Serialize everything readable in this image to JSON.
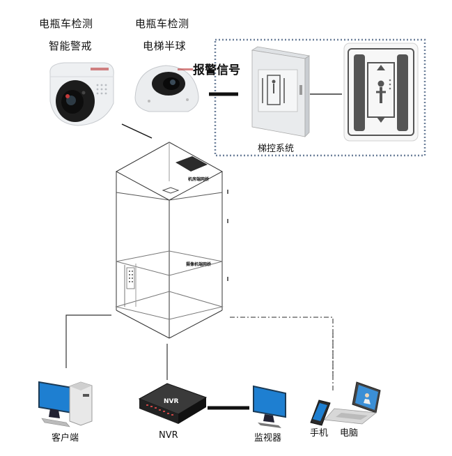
{
  "labels": {
    "dome_camera_line1": "电瓶车检测",
    "dome_camera_line2": "智能警戒",
    "mini_dome_line1": "电瓶车检测",
    "mini_dome_line2": "电梯半球",
    "alarm_signal": "报警信号",
    "elevator_control": "梯控系统",
    "bridge_top": "机房端网桥",
    "bridge_car": "摄像机端网桥",
    "client": "客户端",
    "nvr": "NVR",
    "nvr_device": "NVR",
    "monitor": "监视器",
    "phone": "手机",
    "laptop": "电脑"
  },
  "colors": {
    "dashed_box": "#6b7f99",
    "line": "#333333",
    "screen_blue": "#1e7fd1",
    "device_dark": "#2b2b2b"
  }
}
